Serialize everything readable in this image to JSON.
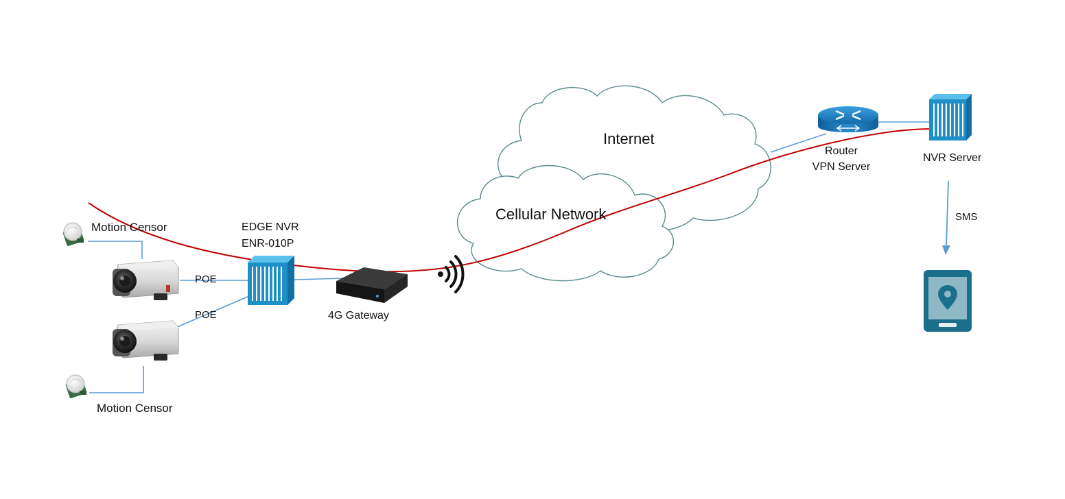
{
  "labels": {
    "internet": "Internet",
    "cellular": "Cellular Network",
    "router_line1": "Router",
    "router_line2": "VPN Server",
    "nvr_server": "NVR Server",
    "sms": "SMS",
    "motion_sensor_top": "Motion Censor",
    "motion_sensor_bottom": "Motion Censor",
    "edge_nvr_line1": "EDGE NVR",
    "edge_nvr_line2": "ENR-010P",
    "poe_top": "POE",
    "poe_bottom": "POE",
    "gateway": "4G Gateway"
  },
  "colors": {
    "link_line": "#5b9bd5",
    "vpn_tunnel": "#c00000",
    "cloud_stroke": "#5a8a8f",
    "nvr_blue": "#1f8fc7",
    "router_blue": "#1a7fc1",
    "phone_teal": "#1b6f8a"
  },
  "icons": [
    "motion-sensor-icon",
    "camera-icon",
    "nvr-device-icon",
    "gateway-box-icon",
    "wireless-signal-icon",
    "cloud-icon",
    "router-icon",
    "server-icon",
    "tablet-location-icon"
  ]
}
